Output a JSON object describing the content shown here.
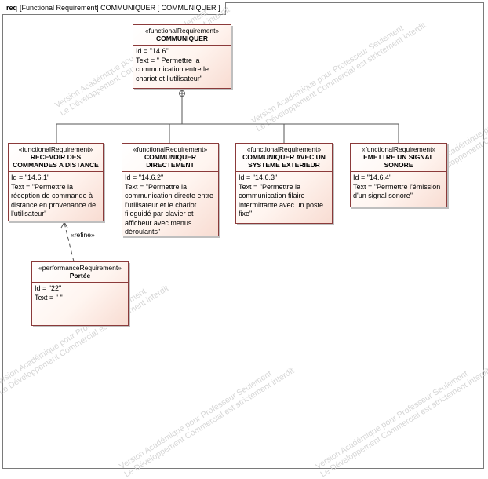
{
  "frame": {
    "keyword": "req",
    "title": "[Functional Requirement] COMMUNIQUER [ COMMUNIQUER ]"
  },
  "watermark": {
    "line1": "Version Académique pour Professeur Seulement",
    "line2": "Le Développement Commercial est strictement interdit"
  },
  "requirements": {
    "root": {
      "stereotype": "«functionalRequirement»",
      "name": "COMMUNIQUER",
      "id": "Id = \"14.6\"",
      "text": "Text = \" Permettre la communication entre le chariot et l'utilisateur\""
    },
    "r1": {
      "stereotype": "«functionalRequirement»",
      "name": "RECEVOIR DES COMMANDES A DISTANCE",
      "id": "Id = \"14.6.1\"",
      "text": "Text = \"Permettre la réception de commande à distance en provenance de l'utilisateur\""
    },
    "r2": {
      "stereotype": "«functionalRequirement»",
      "name": "COMMUNIQUER DIRECTEMENT",
      "id": "Id = \"14.6.2\"",
      "text": "Text = \"Permettre la communication directe entre l'utilisateur et le chariot filoguidé par clavier et afficheur avec menus déroulants\""
    },
    "r3": {
      "stereotype": "«functionalRequirement»",
      "name": "COMMUNIQUER AVEC UN SYSTEME EXTERIEUR",
      "id": "Id = \"14.6.3\"",
      "text": "Text = \"Permettre la communication filaire intermittante avec un poste fixe\""
    },
    "r4": {
      "stereotype": "«functionalRequirement»",
      "name": "EMETTRE UN SIGNAL SONORE",
      "id": "Id = \"14.6.4\"",
      "text": "Text = \"Permettre l'émission d'un signal sonore\""
    },
    "perf": {
      "stereotype": "«performanceRequirement»",
      "name": "Portée",
      "id": "Id = \"22\"",
      "text": "Text = \" \""
    }
  },
  "relation": {
    "label": "«refine»"
  },
  "colors": {
    "border": "#8b3a3a",
    "fill": "#fff5f0",
    "watermark": "#d6d6d6"
  }
}
